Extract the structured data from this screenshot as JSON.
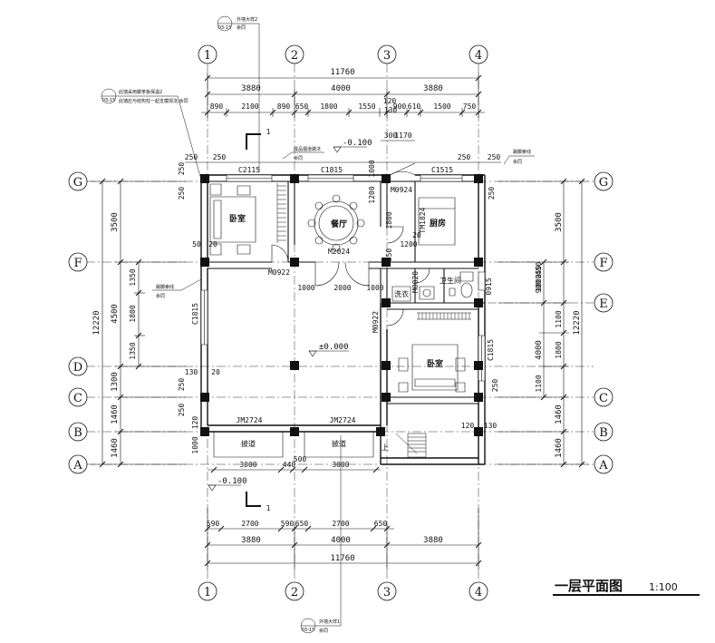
{
  "title": "一层平面图",
  "scale": "1:100",
  "axes_x": [
    "1",
    "2",
    "3",
    "4"
  ],
  "axes_y": [
    "G",
    "F",
    "E",
    "D",
    "C",
    "B",
    "A"
  ],
  "dims_top": {
    "total": "11760",
    "bays": [
      "3880",
      "4000",
      "3880"
    ],
    "detail": [
      "890",
      "2100",
      "890",
      "650",
      "1800",
      "1550",
      "900",
      "610",
      "1500",
      "750"
    ],
    "small": [
      "120",
      "300",
      "1170",
      "250",
      "250",
      "250",
      "250"
    ]
  },
  "dims_bottom": {
    "detail": [
      "590",
      "2700",
      "590",
      "650",
      "2700",
      "650"
    ],
    "bays": [
      "3880",
      "4000",
      "3880"
    ],
    "total": "11760",
    "porch": [
      "3000",
      "440",
      "500",
      "3000"
    ]
  },
  "dims_left": {
    "bays": [
      "3500",
      "4500",
      "1300",
      "1460",
      "1460"
    ],
    "detail": [
      "1350",
      "1800",
      "1350"
    ],
    "total": "12220",
    "small": [
      "250",
      "250",
      "250",
      "250",
      "1000",
      "120",
      "130",
      "20"
    ]
  },
  "dims_right": {
    "bays": [
      "3500",
      "1100",
      "4000",
      "1100",
      "1460",
      "1460"
    ],
    "detail": [
      "1800",
      "1800",
      "0915",
      "250",
      "900",
      "450"
    ],
    "total": "12220",
    "small": [
      "250",
      "250",
      "120",
      "130"
    ]
  },
  "rooms": {
    "bedroom1": "卧室",
    "dining": "餐厅",
    "kitchen": "厨房",
    "bathroom": "卫生间",
    "laundry": "洗衣",
    "bedroom2": "卧室",
    "porch1": "披道",
    "porch2": "披道"
  },
  "tags": {
    "c2115": "C2115",
    "c1815_top": "C1815",
    "c1515": "C1515",
    "m0924": "M0924",
    "tm1824": "TM1824",
    "m2024": "M2024",
    "m0922_a": "M0922",
    "m0922_b": "M0922",
    "m0820": "M0820",
    "c1815_left": "C1815",
    "c1815_right": "C1815",
    "jm2724_a": "JM2724",
    "jm2724_b": "JM2724",
    "level0": "±0.000",
    "level_top": "-0.100",
    "level_bottom": "-0.100",
    "section": "1",
    "up": "上",
    "d1000": "1000",
    "d2000": "2000",
    "d1000b": "1000",
    "d1200": "1200",
    "d1800": "1800",
    "d20": "20",
    "d1200b": "1200",
    "d350": "350",
    "d50": "50",
    "d1000c": "1000",
    "d20b": "20",
    "d130": "130"
  },
  "callouts": {
    "top_note1": "外墙大样2",
    "top_note1_sub": "余同",
    "top_ref": "03-15",
    "left_note": "此墙采用聚苯板保温2",
    "left_note2": "此墙应与结构柱一起支模现浇,余同",
    "left_ref": "03-15",
    "chimney_note": "成品烟道做法",
    "chimney_sub": "余同",
    "right_note": "踢脚索线",
    "right_sub": "余同",
    "left_note3": "踢脚索线",
    "left_sub3": "余同",
    "bottom_note": "外墙大样1",
    "bottom_sub": "余同",
    "bottom_ref": "03-15"
  }
}
